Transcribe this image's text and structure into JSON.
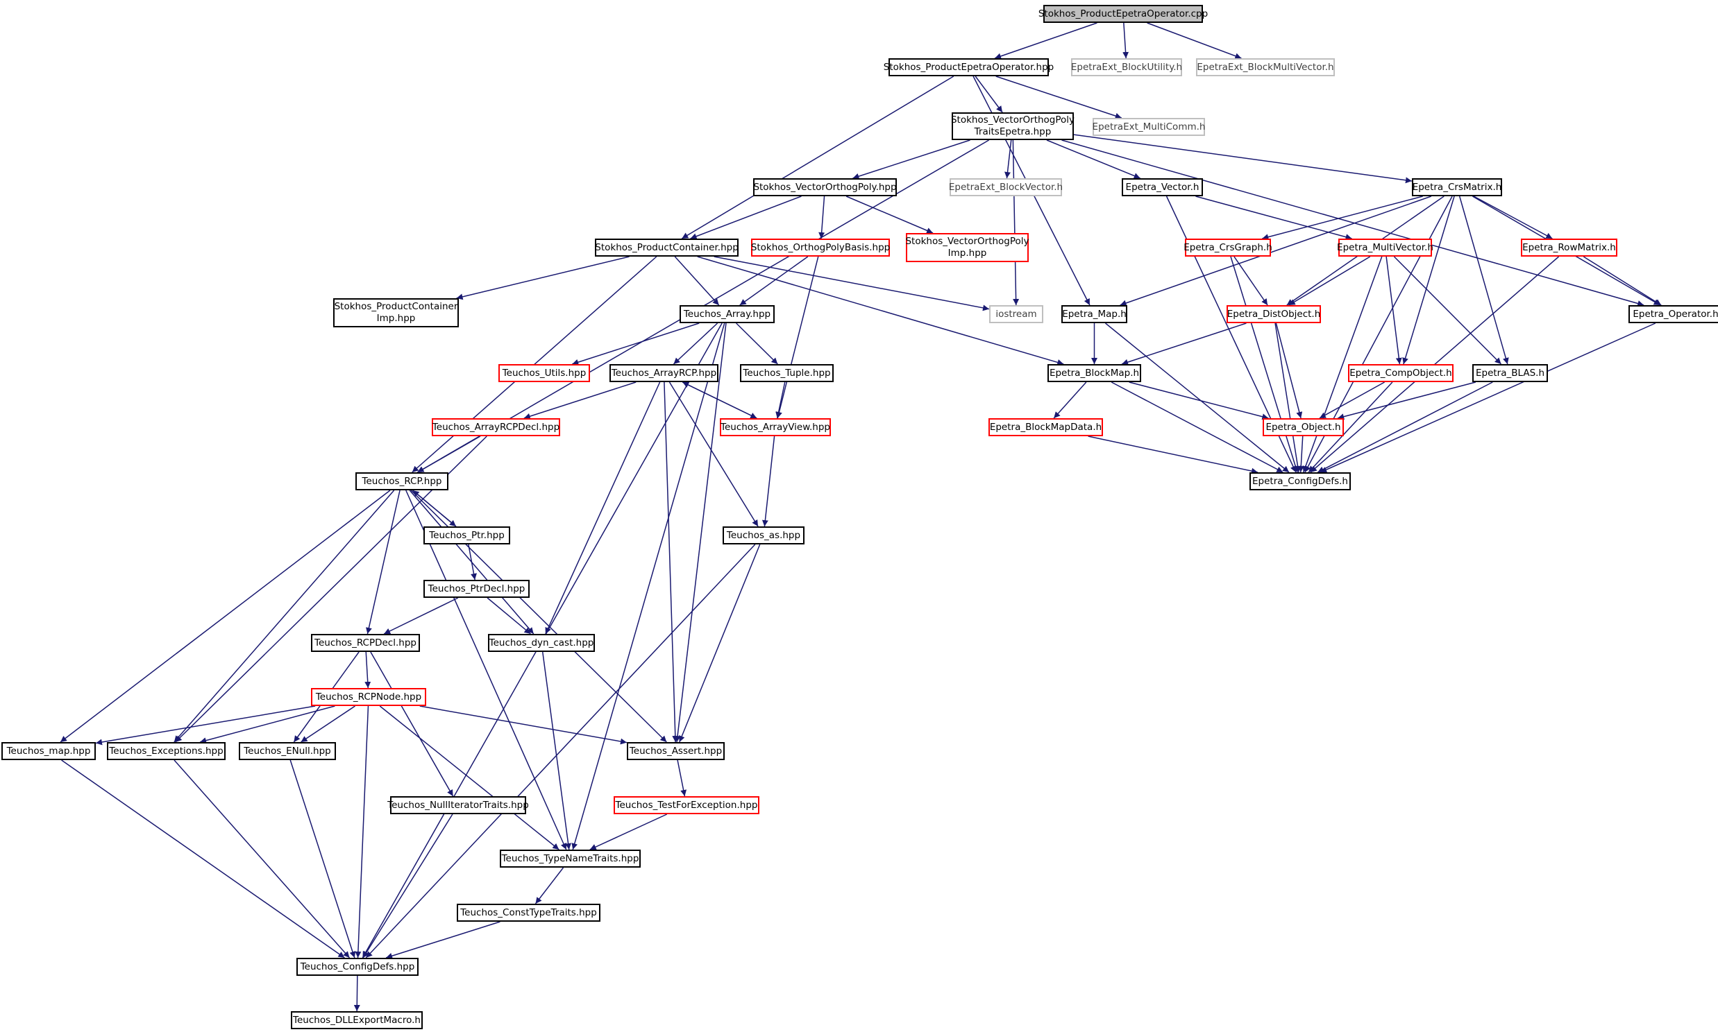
{
  "diagram": {
    "type": "include-dependency-graph",
    "colors": {
      "edge": "#191970",
      "root_fill": "#bfbfbf",
      "truncated_border": "#ff0000",
      "external_border": "#bfbfbf",
      "normal_border": "#000000"
    },
    "nodes": [
      {
        "id": "root",
        "lines": [
          "Stokhos_ProductEpetraOperator.cpp"
        ],
        "style": "root"
      },
      {
        "id": "peo_hpp",
        "lines": [
          "Stokhos_ProductEpetraOperator.hpp"
        ],
        "style": "normal"
      },
      {
        "id": "blockutil",
        "lines": [
          "EpetraExt_BlockUtility.h"
        ],
        "style": "gray"
      },
      {
        "id": "blockmv",
        "lines": [
          "EpetraExt_BlockMultiVector.h"
        ],
        "style": "gray"
      },
      {
        "id": "vopt_epetra",
        "lines": [
          "Stokhos_VectorOrthogPoly",
          "TraitsEpetra.hpp"
        ],
        "style": "normal"
      },
      {
        "id": "multicomm",
        "lines": [
          "EpetraExt_MultiComm.h"
        ],
        "style": "gray"
      },
      {
        "id": "vop",
        "lines": [
          "Stokhos_VectorOrthogPoly.hpp"
        ],
        "style": "normal"
      },
      {
        "id": "blockvec",
        "lines": [
          "EpetraExt_BlockVector.h"
        ],
        "style": "gray"
      },
      {
        "id": "evector",
        "lines": [
          "Epetra_Vector.h"
        ],
        "style": "normal"
      },
      {
        "id": "crsmatrix",
        "lines": [
          "Epetra_CrsMatrix.h"
        ],
        "style": "normal"
      },
      {
        "id": "prodcont",
        "lines": [
          "Stokhos_ProductContainer.hpp"
        ],
        "style": "normal"
      },
      {
        "id": "opbasis",
        "lines": [
          "Stokhos_OrthogPolyBasis.hpp"
        ],
        "style": "red"
      },
      {
        "id": "vop_imp",
        "lines": [
          "Stokhos_VectorOrthogPoly",
          "Imp.hpp"
        ],
        "style": "red"
      },
      {
        "id": "crsgraph",
        "lines": [
          "Epetra_CrsGraph.h"
        ],
        "style": "red"
      },
      {
        "id": "multivector",
        "lines": [
          "Epetra_MultiVector.h"
        ],
        "style": "red"
      },
      {
        "id": "rowmatrix",
        "lines": [
          "Epetra_RowMatrix.h"
        ],
        "style": "red"
      },
      {
        "id": "prodcont_imp",
        "lines": [
          "Stokhos_ProductContainer",
          "Imp.hpp"
        ],
        "style": "normal"
      },
      {
        "id": "tarray",
        "lines": [
          "Teuchos_Array.hpp"
        ],
        "style": "normal"
      },
      {
        "id": "iostream",
        "lines": [
          "iostream"
        ],
        "style": "gray"
      },
      {
        "id": "emap",
        "lines": [
          "Epetra_Map.h"
        ],
        "style": "normal"
      },
      {
        "id": "distobj",
        "lines": [
          "Epetra_DistObject.h"
        ],
        "style": "red"
      },
      {
        "id": "eoperator",
        "lines": [
          "Epetra_Operator.h"
        ],
        "style": "normal"
      },
      {
        "id": "tutils",
        "lines": [
          "Teuchos_Utils.hpp"
        ],
        "style": "red"
      },
      {
        "id": "tarrayrcp",
        "lines": [
          "Teuchos_ArrayRCP.hpp"
        ],
        "style": "normal"
      },
      {
        "id": "ttuple",
        "lines": [
          "Teuchos_Tuple.hpp"
        ],
        "style": "normal"
      },
      {
        "id": "blockmap",
        "lines": [
          "Epetra_BlockMap.h"
        ],
        "style": "normal"
      },
      {
        "id": "compobj",
        "lines": [
          "Epetra_CompObject.h"
        ],
        "style": "red"
      },
      {
        "id": "blas",
        "lines": [
          "Epetra_BLAS.h"
        ],
        "style": "normal"
      },
      {
        "id": "tarcpdecl",
        "lines": [
          "Teuchos_ArrayRCPDecl.hpp"
        ],
        "style": "red"
      },
      {
        "id": "tarrayview",
        "lines": [
          "Teuchos_ArrayView.hpp"
        ],
        "style": "red"
      },
      {
        "id": "bmapdata",
        "lines": [
          "Epetra_BlockMapData.h"
        ],
        "style": "red"
      },
      {
        "id": "eobject",
        "lines": [
          "Epetra_Object.h"
        ],
        "style": "red"
      },
      {
        "id": "trcp",
        "lines": [
          "Teuchos_RCP.hpp"
        ],
        "style": "normal"
      },
      {
        "id": "econfig",
        "lines": [
          "Epetra_ConfigDefs.h"
        ],
        "style": "normal"
      },
      {
        "id": "tptr",
        "lines": [
          "Teuchos_Ptr.hpp"
        ],
        "style": "normal"
      },
      {
        "id": "tas",
        "lines": [
          "Teuchos_as.hpp"
        ],
        "style": "normal"
      },
      {
        "id": "tptrdecl",
        "lines": [
          "Teuchos_PtrDecl.hpp"
        ],
        "style": "normal"
      },
      {
        "id": "trcpdecl",
        "lines": [
          "Teuchos_RCPDecl.hpp"
        ],
        "style": "normal"
      },
      {
        "id": "tdyncast",
        "lines": [
          "Teuchos_dyn_cast.hpp"
        ],
        "style": "normal"
      },
      {
        "id": "trcpnode",
        "lines": [
          "Teuchos_RCPNode.hpp"
        ],
        "style": "red"
      },
      {
        "id": "tmap",
        "lines": [
          "Teuchos_map.hpp"
        ],
        "style": "normal"
      },
      {
        "id": "texc",
        "lines": [
          "Teuchos_Exceptions.hpp"
        ],
        "style": "normal"
      },
      {
        "id": "tenull",
        "lines": [
          "Teuchos_ENull.hpp"
        ],
        "style": "normal"
      },
      {
        "id": "tassert",
        "lines": [
          "Teuchos_Assert.hpp"
        ],
        "style": "normal"
      },
      {
        "id": "ttfe",
        "lines": [
          "Teuchos_TestForException.hpp"
        ],
        "style": "red"
      },
      {
        "id": "tnullit",
        "lines": [
          "Teuchos_NullIteratorTraits.hpp"
        ],
        "style": "normal"
      },
      {
        "id": "ttnt",
        "lines": [
          "Teuchos_TypeNameTraits.hpp"
        ],
        "style": "normal"
      },
      {
        "id": "tctt",
        "lines": [
          "Teuchos_ConstTypeTraits.hpp"
        ],
        "style": "normal"
      },
      {
        "id": "tconfig",
        "lines": [
          "Teuchos_ConfigDefs.hpp"
        ],
        "style": "normal"
      },
      {
        "id": "tdll",
        "lines": [
          "Teuchos_DLLExportMacro.h"
        ],
        "style": "normal"
      }
    ],
    "edges": [
      [
        "root",
        "peo_hpp"
      ],
      [
        "root",
        "blockutil"
      ],
      [
        "root",
        "blockmv"
      ],
      [
        "peo_hpp",
        "vopt_epetra"
      ],
      [
        "peo_hpp",
        "multicomm"
      ],
      [
        "peo_hpp",
        "prodcont"
      ],
      [
        "peo_hpp",
        "emap"
      ],
      [
        "vopt_epetra",
        "vop"
      ],
      [
        "vopt_epetra",
        "blockvec"
      ],
      [
        "vopt_epetra",
        "evector"
      ],
      [
        "vopt_epetra",
        "crsmatrix"
      ],
      [
        "vopt_epetra",
        "iostream"
      ],
      [
        "vopt_epetra",
        "trcp"
      ],
      [
        "vopt_epetra",
        "eoperator"
      ],
      [
        "vop",
        "prodcont"
      ],
      [
        "vop",
        "opbasis"
      ],
      [
        "vop",
        "vop_imp"
      ],
      [
        "prodcont",
        "prodcont_imp"
      ],
      [
        "prodcont",
        "tarray"
      ],
      [
        "prodcont",
        "iostream"
      ],
      [
        "prodcont",
        "trcp"
      ],
      [
        "prodcont",
        "blockmap"
      ],
      [
        "opbasis",
        "tarray"
      ],
      [
        "opbasis",
        "tarrayview"
      ],
      [
        "evector",
        "multivector"
      ],
      [
        "evector",
        "econfig"
      ],
      [
        "crsmatrix",
        "crsgraph"
      ],
      [
        "crsmatrix",
        "distobj"
      ],
      [
        "crsmatrix",
        "compobj"
      ],
      [
        "crsmatrix",
        "blas"
      ],
      [
        "crsmatrix",
        "rowmatrix"
      ],
      [
        "crsmatrix",
        "eoperator"
      ],
      [
        "crsmatrix",
        "econfig"
      ],
      [
        "crsmatrix",
        "emap"
      ],
      [
        "crsgraph",
        "distobj"
      ],
      [
        "crsgraph",
        "econfig"
      ],
      [
        "multivector",
        "distobj"
      ],
      [
        "multivector",
        "compobj"
      ],
      [
        "multivector",
        "blas"
      ],
      [
        "multivector",
        "econfig"
      ],
      [
        "rowmatrix",
        "eoperator"
      ],
      [
        "rowmatrix",
        "econfig"
      ],
      [
        "emap",
        "blockmap"
      ],
      [
        "emap",
        "econfig"
      ],
      [
        "distobj",
        "blockmap"
      ],
      [
        "distobj",
        "eobject"
      ],
      [
        "distobj",
        "econfig"
      ],
      [
        "eoperator",
        "econfig"
      ],
      [
        "blockmap",
        "bmapdata"
      ],
      [
        "blockmap",
        "eobject"
      ],
      [
        "blockmap",
        "econfig"
      ],
      [
        "bmapdata",
        "econfig"
      ],
      [
        "compobj",
        "eobject"
      ],
      [
        "compobj",
        "econfig"
      ],
      [
        "blas",
        "eobject"
      ],
      [
        "blas",
        "econfig"
      ],
      [
        "eobject",
        "econfig"
      ],
      [
        "tarray",
        "tutils"
      ],
      [
        "tarray",
        "tarrayrcp"
      ],
      [
        "tarray",
        "ttuple"
      ],
      [
        "tarray",
        "tassert"
      ],
      [
        "tarray",
        "ttnt"
      ],
      [
        "tarray",
        "tconfig"
      ],
      [
        "tarrayrcp",
        "tarcpdecl"
      ],
      [
        "tarrayrcp",
        "tarrayview"
      ],
      [
        "tarrayrcp",
        "tas"
      ],
      [
        "tarrayrcp",
        "tdyncast"
      ],
      [
        "tarrayrcp",
        "tassert"
      ],
      [
        "ttuple",
        "tarrayview"
      ],
      [
        "tarrayview",
        "tarrayrcp"
      ],
      [
        "tarrayview",
        "tas"
      ],
      [
        "tarcpdecl",
        "trcp"
      ],
      [
        "tarcpdecl",
        "texc"
      ],
      [
        "trcp",
        "tptr"
      ],
      [
        "trcp",
        "trcpdecl"
      ],
      [
        "trcp",
        "tmap"
      ],
      [
        "trcp",
        "texc"
      ],
      [
        "trcp",
        "tdyncast"
      ],
      [
        "trcp",
        "tassert"
      ],
      [
        "trcp",
        "ttnt"
      ],
      [
        "tptr",
        "trcp"
      ],
      [
        "tptr",
        "tptrdecl"
      ],
      [
        "tptrdecl",
        "trcpdecl"
      ],
      [
        "tptrdecl",
        "tdyncast"
      ],
      [
        "trcpdecl",
        "trcpnode"
      ],
      [
        "trcpdecl",
        "tenull"
      ],
      [
        "trcpdecl",
        "tnullit"
      ],
      [
        "trcpnode",
        "tmap"
      ],
      [
        "trcpnode",
        "texc"
      ],
      [
        "trcpnode",
        "tenull"
      ],
      [
        "trcpnode",
        "tassert"
      ],
      [
        "trcpnode",
        "ttnt"
      ],
      [
        "trcpnode",
        "tconfig"
      ],
      [
        "tas",
        "tassert"
      ],
      [
        "tas",
        "tconfig"
      ],
      [
        "tdyncast",
        "ttnt"
      ],
      [
        "tassert",
        "ttfe"
      ],
      [
        "ttfe",
        "ttnt"
      ],
      [
        "tnullit",
        "tconfig"
      ],
      [
        "ttnt",
        "tctt"
      ],
      [
        "tctt",
        "tconfig"
      ],
      [
        "tmap",
        "tconfig"
      ],
      [
        "texc",
        "tconfig"
      ],
      [
        "tenull",
        "tconfig"
      ],
      [
        "tconfig",
        "tdll"
      ]
    ]
  }
}
